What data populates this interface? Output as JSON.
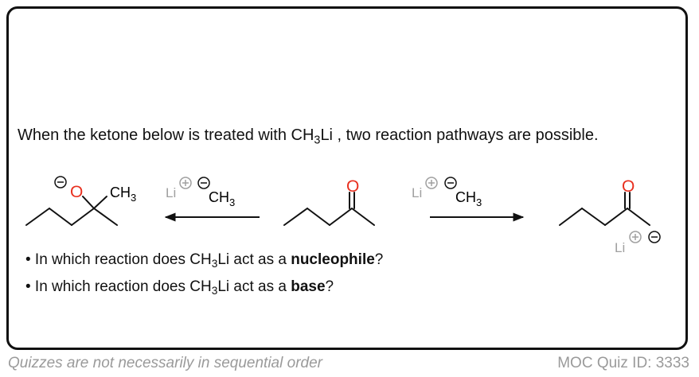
{
  "intro": {
    "before": "When the ketone below is treated with CH",
    "sub": "3",
    "after": "Li , two reaction pathways are possible."
  },
  "scheme": {
    "product_left": {
      "o_label": "O",
      "ch_label": "CH",
      "ch_sub": "3"
    },
    "reagent_left": {
      "li_label": "Li",
      "ch_label": "CH",
      "ch_sub": "3"
    },
    "ketone": {
      "o_label": "O"
    },
    "reagent_right": {
      "li_label": "Li",
      "ch_label": "CH",
      "ch_sub": "3"
    },
    "product_right": {
      "o_label": "O",
      "li_label": "Li"
    },
    "colors": {
      "oxygen": "#e8301f",
      "bond": "#111111",
      "reagent_gray": "#a0a0a0"
    }
  },
  "questions": [
    {
      "bullet": "•",
      "pre": " In which reaction does CH",
      "sub": "3",
      "mid": "Li act as a ",
      "bold": "nucleophile",
      "post": "?"
    },
    {
      "bullet": "•",
      "pre": " In which reaction does CH",
      "sub": "3",
      "mid": "Li act as a ",
      "bold": "base",
      "post": "?"
    }
  ],
  "footer": {
    "left": "Quizzes are not necessarily in sequential order",
    "right": "MOC Quiz ID: 3333"
  }
}
